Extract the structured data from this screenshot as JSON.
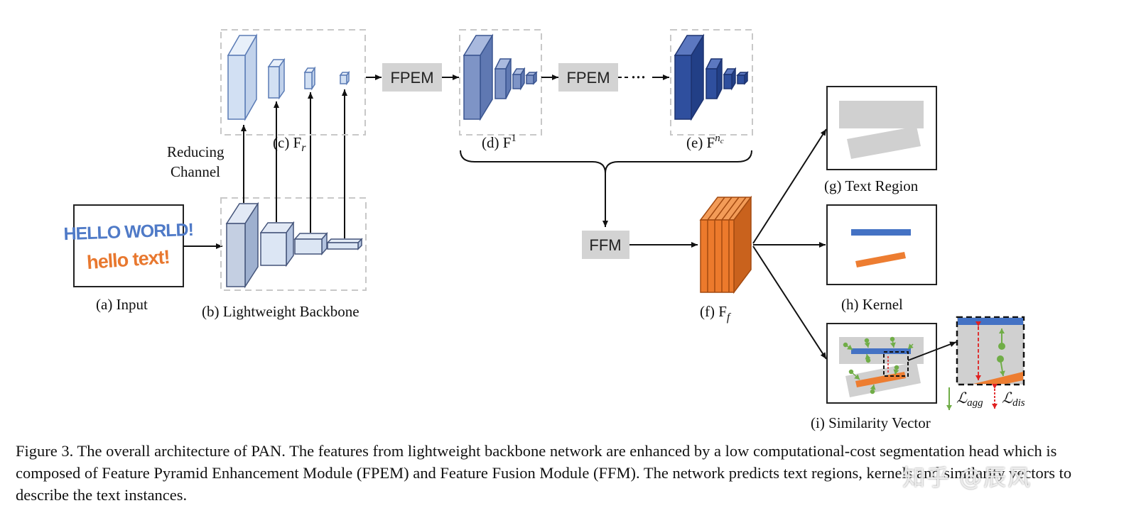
{
  "figure": {
    "input_sample_line1": "HELLO WORLD!",
    "input_sample_line2": "hello text!",
    "label_a": "(a) Input",
    "label_b": "(b) Lightweight Backbone",
    "label_c": "(c) F",
    "label_c_sub": "r",
    "label_d": "(d) F",
    "label_d_sup": "1",
    "label_e": "(e) F",
    "label_e_sup": "n",
    "label_e_sup_sub": "c",
    "label_f": "(f) F",
    "label_f_sub": "f",
    "label_g": "(g) Text Region",
    "label_h": "(h) Kernel",
    "label_i": "(i) Similarity Vector",
    "reducing_line1": "Reducing",
    "reducing_line2": "Channel",
    "fpem1": "FPEM",
    "fpem2": "FPEM",
    "ffm": "FFM",
    "ellipsis": "···",
    "loss_agg": "ℒ",
    "loss_agg_sub": "agg",
    "loss_dis": "ℒ",
    "loss_dis_sub": "dis"
  },
  "colors": {
    "module_box": "#d3d3d3",
    "backbone_front": "#c4cfe2",
    "backbone_top": "#e2e9f5",
    "fr_front": "#d2e0f3",
    "f1_front": "#7e94c6",
    "fnc_front": "#2f4f9e",
    "ff_orange": "#ec7a2c",
    "kernel_blue": "#4472c4",
    "kernel_orange": "#ed7d31",
    "vector_green": "#70ad47",
    "dis_red": "#e02020"
  },
  "caption": "Figure 3. The overall architecture of PAN. The features from lightweight backbone network are enhanced by a low computational-cost segmentation head which is composed of Feature Pyramid Enhancement Module (FPEM) and Feature Fusion Module (FFM). The network predicts text regions, kernels and similarity vectors to describe the text instances.",
  "watermark": "知乎 @辰风"
}
